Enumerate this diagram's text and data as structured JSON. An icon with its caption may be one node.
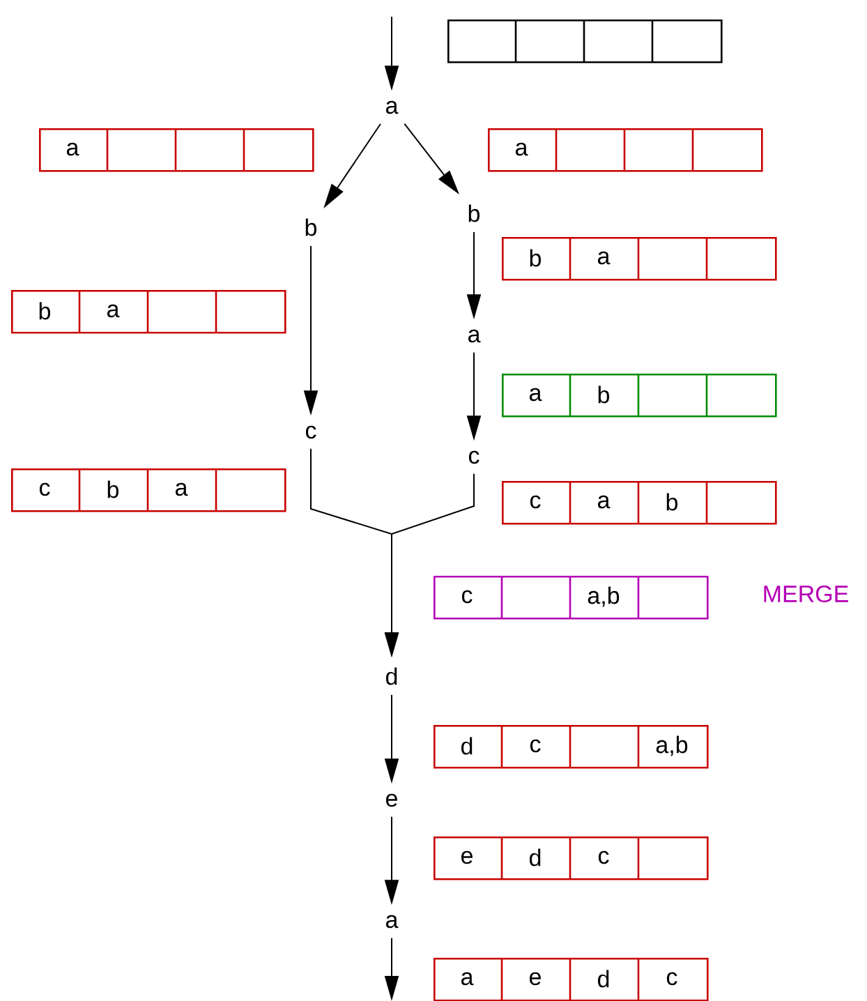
{
  "diagram": {
    "nodes": [
      {
        "text": [],
        "shape": "box"
      },
      {
        "text": [
          "a"
        ]
      },
      {
        "text": [
          "a"
        ]
      },
      {
        "text": [
          "a"
        ]
      },
      {
        "text": [
          "b"
        ]
      },
      {
        "text": [
          "b"
        ]
      },
      {
        "text": [
          "b",
          "a"
        ]
      },
      {
        "text": [
          "b",
          "a"
        ]
      },
      {
        "text": [
          "a"
        ]
      },
      {
        "text": [
          "a",
          "b"
        ]
      },
      {
        "text": [
          "c"
        ]
      },
      {
        "text": [
          "c"
        ]
      },
      {
        "text": [
          "c",
          "b",
          "a"
        ]
      },
      {
        "text": [
          "c",
          "a",
          "b"
        ]
      },
      {
        "text": [
          "c",
          "a,b"
        ],
        "beside": [
          "MERGE"
        ]
      },
      {
        "text": [
          "d"
        ]
      },
      {
        "text": [
          "d",
          "c",
          "a,b"
        ]
      },
      {
        "text": [
          "e"
        ]
      },
      {
        "text": [
          "e",
          "d",
          "c"
        ]
      },
      {
        "text": [
          "a"
        ]
      },
      {
        "text": [
          "a",
          "e",
          "d",
          "c"
        ]
      }
    ],
    "edges": [
      {
        "from": null,
        "to": 1,
        "arrow": "to"
      },
      {
        "from": 1,
        "to": 4,
        "arrow": "to"
      },
      {
        "from": 1,
        "to": 5,
        "arrow": "to"
      },
      {
        "from": 4,
        "to": 10,
        "arrow": "to"
      },
      {
        "from": 5,
        "to": 8,
        "arrow": "to"
      },
      {
        "from": 8,
        "to": 11,
        "arrow": "to"
      },
      {
        "from": 10,
        "to": 15,
        "arrow": "to"
      },
      {
        "from": 11,
        "to": 15,
        "arrow": "to"
      },
      {
        "from": 15,
        "to": 17,
        "arrow": "to"
      },
      {
        "from": 17,
        "to": 19,
        "arrow": "to"
      },
      {
        "from": 19,
        "to": null,
        "arrow": "to"
      }
    ]
  }
}
